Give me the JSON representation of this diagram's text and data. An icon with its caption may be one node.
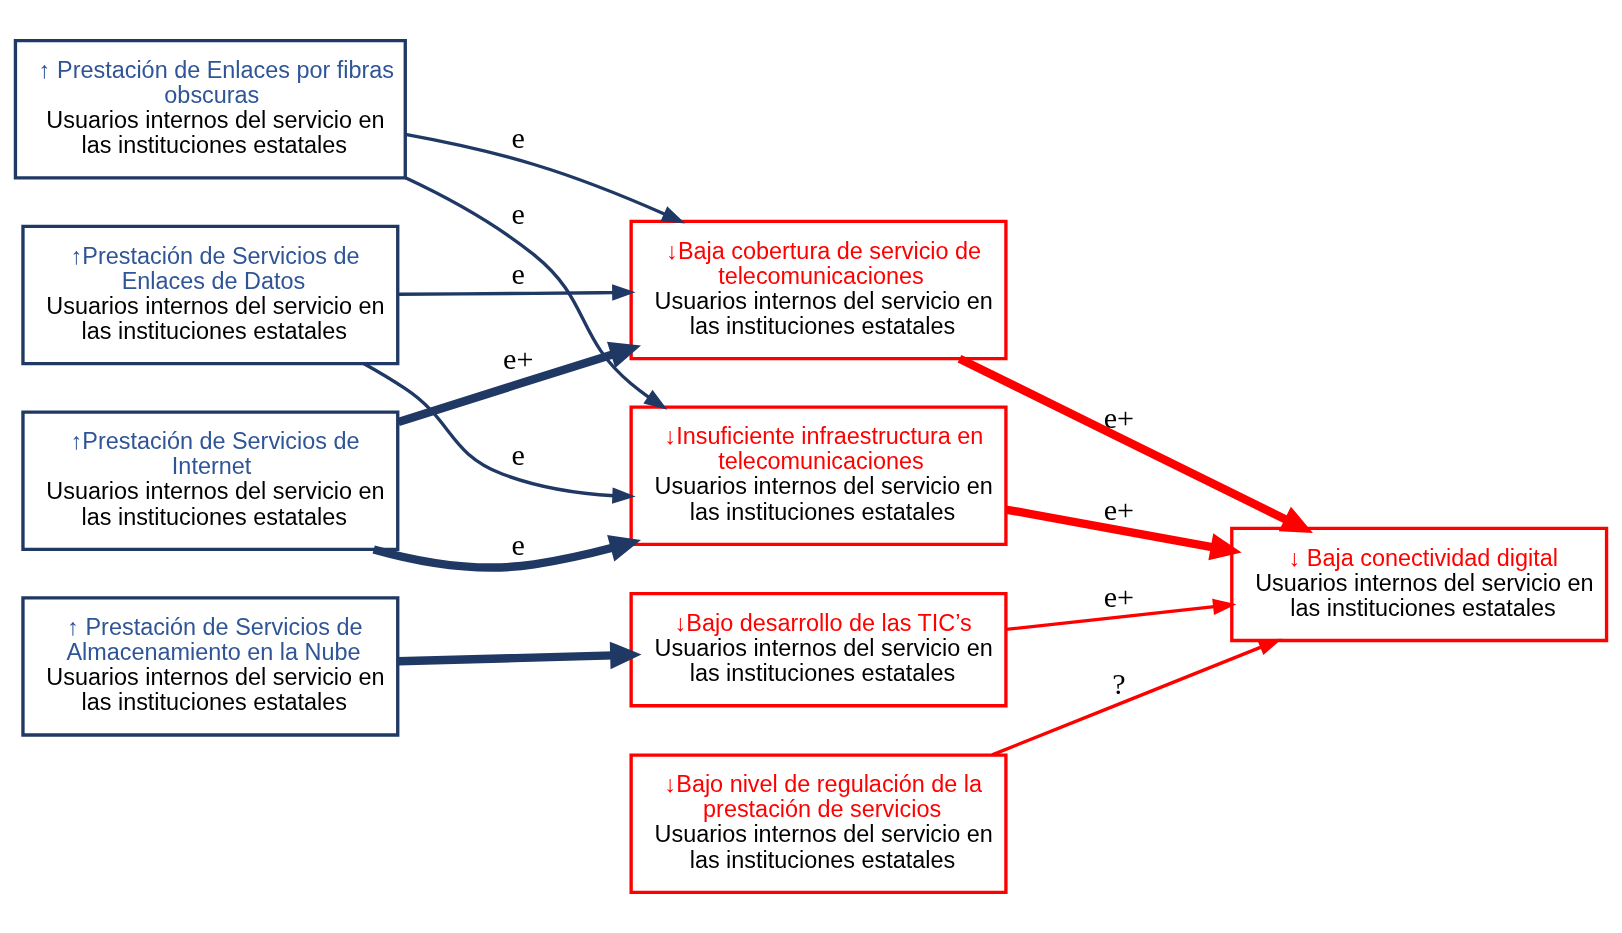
{
  "diagram": {
    "nodes": [
      {
        "text": [
          "↑Prestación de Servicios de Internet",
          "Usuarios internos del servicio en las instituciones estatales"
        ]
      },
      {
        "text": [
          "↑Prestación de Servicios de Enlaces de Datos",
          "Usuarios internos del servicio en las instituciones estatales"
        ]
      },
      {
        "text": [
          "↑ Prestación de Enlaces por fibras obscuras",
          "Usuarios internos del servicio en las instituciones estatales"
        ]
      },
      {
        "text": [
          "↑ Prestación de Servicios de Almacenamiento en la Nube",
          "Usuarios internos del servicio en las instituciones estatales"
        ]
      },
      {
        "text": [
          "↓Baja cobertura de servicio de telecomunicaciones",
          "Usuarios internos del servicio en las instituciones estatales"
        ]
      },
      {
        "text": [
          "↓Bajo desarrollo de las TIC’s",
          "Usuarios internos del servicio en las instituciones estatales"
        ]
      },
      {
        "text": [
          "↓Insuficiente infraestructura en telecomunicaciones",
          "Usuarios internos del servicio en las instituciones estatales"
        ]
      },
      {
        "text": [
          "↓Bajo nivel de regulación de la prestación de servicios",
          "Usuarios internos del servicio en las instituciones estatales"
        ]
      },
      {
        "text": [
          "↓ Baja conectividad digital",
          "Usuarios internos del servicio en las instituciones estatales"
        ]
      }
    ],
    "edges": [
      {
        "from": 0,
        "to": 4,
        "arrow": "to",
        "label": "e+",
        "style": "thick"
      },
      {
        "from": 0,
        "to": 6,
        "arrow": "to",
        "label": "e",
        "style": "thick"
      },
      {
        "from": 1,
        "to": 4,
        "arrow": "to",
        "label": "e"
      },
      {
        "from": 1,
        "to": 6,
        "arrow": "to",
        "label": "e"
      },
      {
        "from": 2,
        "to": 4,
        "arrow": "to",
        "label": "e"
      },
      {
        "from": 2,
        "to": 6,
        "arrow": "to",
        "label": "e"
      },
      {
        "from": 3,
        "to": 5,
        "arrow": "to",
        "style": "thick"
      },
      {
        "from": 4,
        "to": 8,
        "arrow": "to",
        "label": "e+",
        "style": "thick",
        "color": "#ff0000"
      },
      {
        "from": 5,
        "to": 8,
        "arrow": "to",
        "label": "e+",
        "color": "#ff0000"
      },
      {
        "from": 6,
        "to": 8,
        "arrow": "to",
        "label": "e+",
        "style": "thick",
        "color": "#ff0000"
      },
      {
        "from": 7,
        "to": 8,
        "arrow": "to",
        "label": "?",
        "color": "#ff0000"
      }
    ]
  }
}
